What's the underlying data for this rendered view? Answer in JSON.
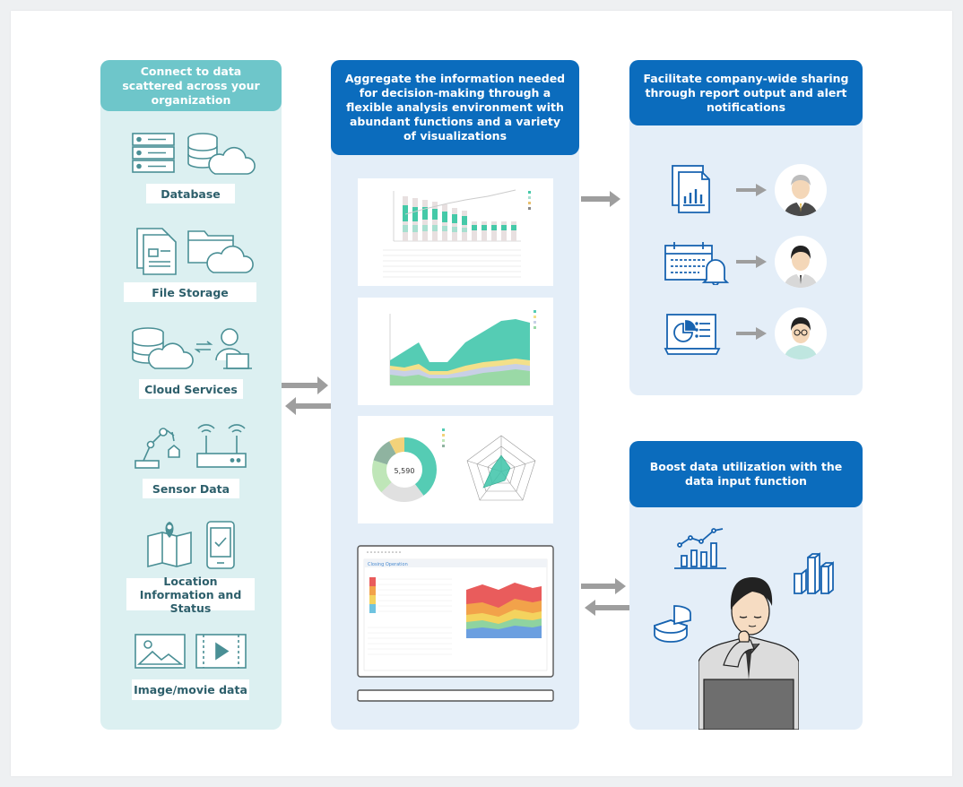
{
  "left_panel": {
    "header": "Connect to data scattered across your organization",
    "sources": [
      {
        "label": "Database",
        "icon": "database-icon"
      },
      {
        "label": "File Storage",
        "icon": "file-storage-icon"
      },
      {
        "label": "Cloud Services",
        "icon": "cloud-services-icon"
      },
      {
        "label": "Sensor Data",
        "icon": "sensor-icon"
      },
      {
        "label": "Location Information and Status",
        "icon": "location-icon"
      },
      {
        "label": "Image/movie data",
        "icon": "image-movie-icon"
      }
    ]
  },
  "middle_panel": {
    "header": "Aggregate the information needed for decision-making through a flexible analysis environment with abundant functions and a variety of visualizations",
    "donut_center": "5,590",
    "dashboard_title": "Closing Operation"
  },
  "right_top_panel": {
    "header": "Facilitate company-wide sharing through report output and alert notifications"
  },
  "right_bottom_panel": {
    "header": "Boost data utilization with the data input function"
  },
  "colors": {
    "teal_panel": "#dcf0f1",
    "teal_header": "#6ec6ca",
    "blue_panel": "#e4eef8",
    "blue_header": "#0b6cbd",
    "icon_teal": "#4a8f95",
    "icon_blue": "#1763b0",
    "arrow_gray": "#9e9e9e"
  }
}
